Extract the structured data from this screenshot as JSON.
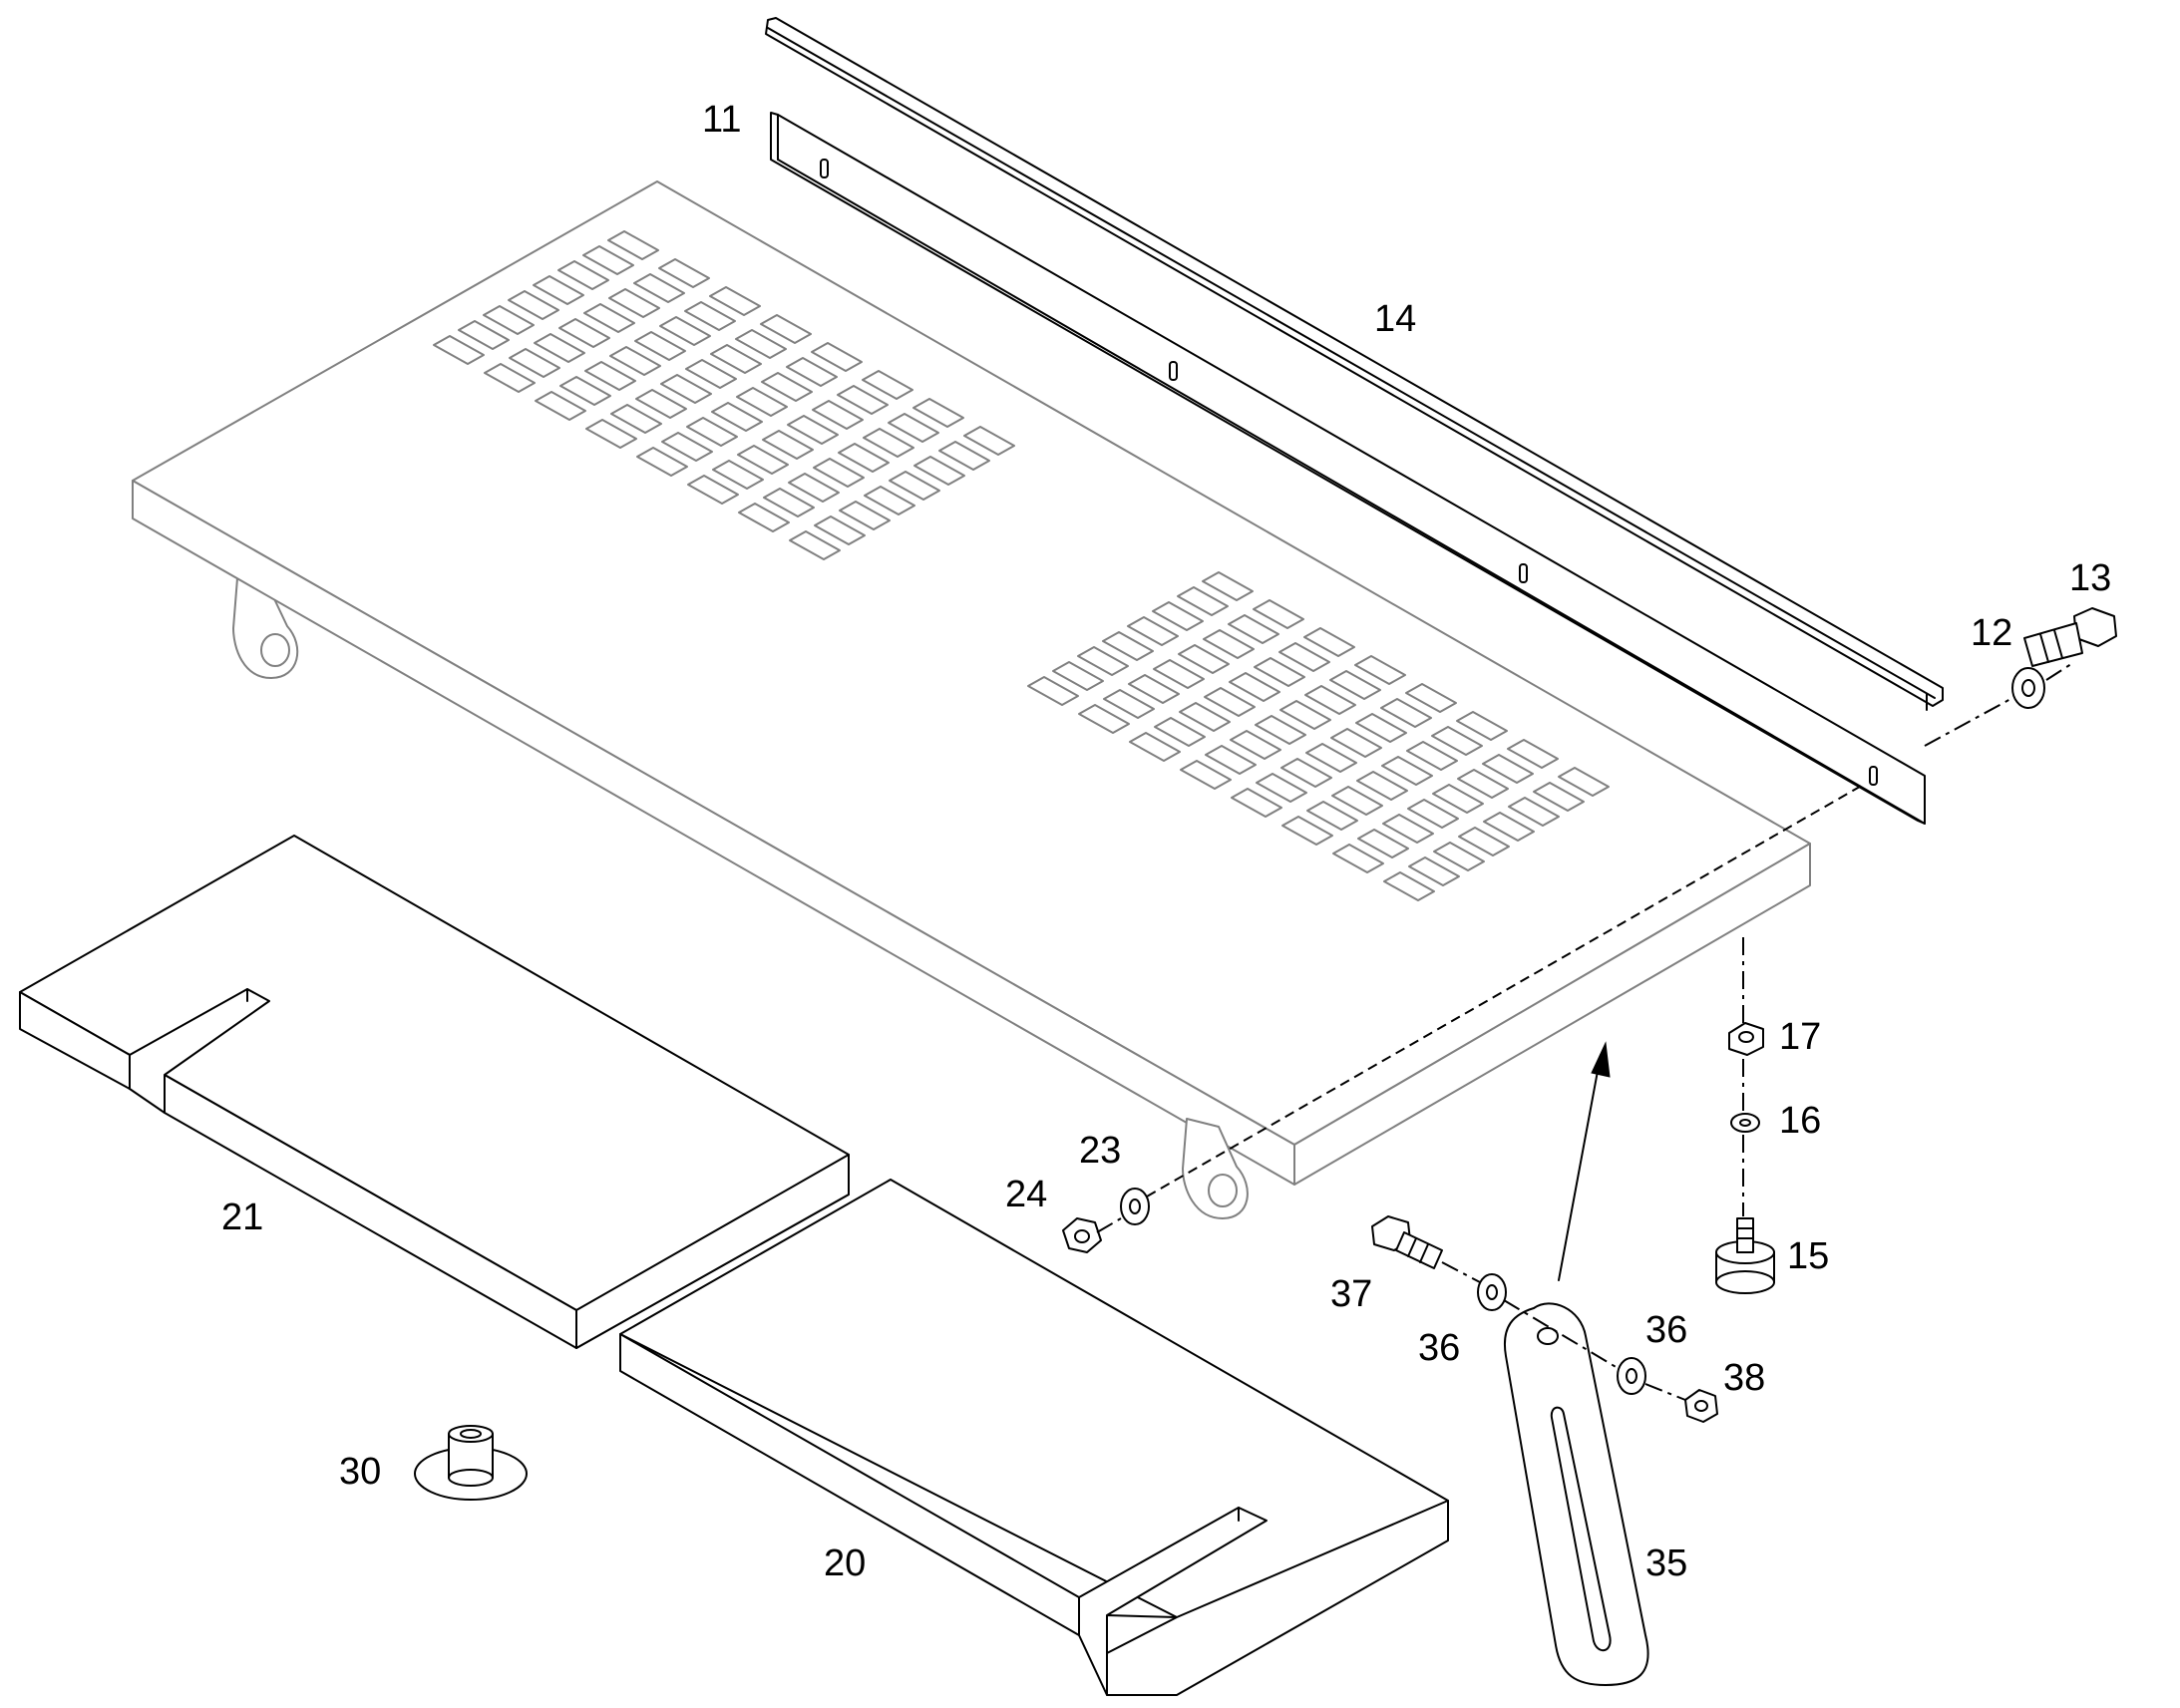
{
  "diagram": {
    "callouts": [
      {
        "id": "11",
        "text": "11"
      },
      {
        "id": "12",
        "text": "12"
      },
      {
        "id": "13",
        "text": "13"
      },
      {
        "id": "14",
        "text": "14"
      },
      {
        "id": "15",
        "text": "15"
      },
      {
        "id": "16",
        "text": "16"
      },
      {
        "id": "17",
        "text": "17"
      },
      {
        "id": "20",
        "text": "20"
      },
      {
        "id": "21",
        "text": "21"
      },
      {
        "id": "23",
        "text": "23"
      },
      {
        "id": "24",
        "text": "24"
      },
      {
        "id": "30",
        "text": "30"
      },
      {
        "id": "35",
        "text": "35"
      },
      {
        "id": "36a",
        "text": "36"
      },
      {
        "id": "36b",
        "text": "36"
      },
      {
        "id": "37",
        "text": "37"
      },
      {
        "id": "38",
        "text": "38"
      }
    ],
    "colors": {
      "line": "#000000",
      "hidden_line": "#808080",
      "background": "#ffffff"
    }
  }
}
